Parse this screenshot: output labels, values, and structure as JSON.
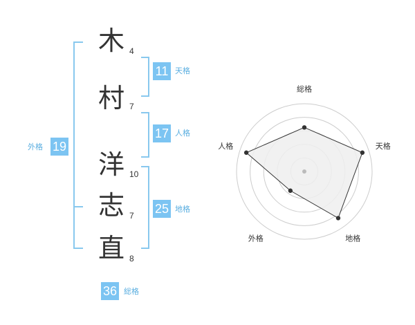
{
  "name": {
    "chars": [
      {
        "char": "木",
        "strokes": "4"
      },
      {
        "char": "村",
        "strokes": "7"
      },
      {
        "char": "洋",
        "strokes": "10"
      },
      {
        "char": "志",
        "strokes": "7"
      },
      {
        "char": "直",
        "strokes": "8"
      }
    ]
  },
  "scores": {
    "tenkaku": {
      "value": "11",
      "label": "天格"
    },
    "jinkaku": {
      "value": "17",
      "label": "人格"
    },
    "chikaku": {
      "value": "25",
      "label": "地格"
    },
    "gaikaku": {
      "value": "19",
      "label": "外格"
    },
    "soukaku": {
      "value": "36",
      "label": "総格"
    }
  },
  "radar": {
    "axes": [
      "総格",
      "天格",
      "地格",
      "外格",
      "人格"
    ],
    "values": [
      0.65,
      0.9,
      0.85,
      0.35,
      0.9
    ],
    "colors": {
      "ring": "#cccccc",
      "fill": "#eeeeee",
      "stroke": "#333333",
      "point": "#333333",
      "center": "#bbbbbb"
    }
  }
}
